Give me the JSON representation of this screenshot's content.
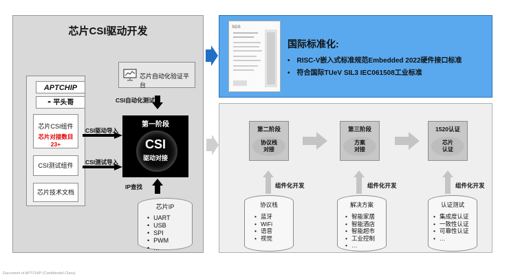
{
  "left": {
    "title": "芯片CSI驱动开发",
    "logos": {
      "apt": "APTCHIP",
      "pingtouge": "平头哥"
    },
    "components": {
      "csi_component": "芯片CSI组件",
      "csi_count": "芯片对接数目23+",
      "csi_test_component": "CSI测试组件",
      "chip_docs": "芯片技术文档"
    },
    "platform": "芯片自动化验证平台",
    "labels": {
      "auto_test": "CSI自动化测试",
      "driver_import": "CSI驱动导入",
      "test_import": "CSI测试导入",
      "ip_lookup": "IP查找"
    },
    "core": {
      "stage": "第一阶段",
      "title": "CSI",
      "subtitle": "驱动对接"
    },
    "ip": {
      "title": "芯片IP",
      "items": [
        "UART",
        "USB",
        "SPI",
        "PWM",
        "…"
      ]
    }
  },
  "standard": {
    "title": "国际标准化:",
    "items": [
      "RISC-V嵌入式标准规范Embedded 2022硬件接口标准",
      "符合国际TUeV SIL3 IEC061508工业标准"
    ]
  },
  "stages": [
    {
      "title": "第二阶段",
      "core": [
        "协议栈",
        "对接"
      ],
      "dev_label": "组件化开发",
      "source_title": "协议栈",
      "source_items": [
        "蓝牙",
        "WiFi",
        "语音",
        "视觉"
      ]
    },
    {
      "title": "第三阶段",
      "core": [
        "方案",
        "对接"
      ],
      "dev_label": "组件化开发",
      "source_title": "解决方案",
      "source_items": [
        "智能家居",
        "智能酒店",
        "智能超市",
        "工业控制",
        "…"
      ]
    },
    {
      "title": "1520认证",
      "core": [
        "芯片",
        "认证"
      ],
      "dev_label": "组件化开发",
      "source_title": "认证测试",
      "source_items": [
        "集成度认证",
        "一致性认证",
        "可靠性认证",
        "…"
      ]
    }
  ],
  "footer": "Document of APTCHIP (Confidential Class)",
  "colors": {
    "blue_panel": "#5aa9ee",
    "arrow_blue": "#1f6fc6",
    "red": "#e00000"
  }
}
